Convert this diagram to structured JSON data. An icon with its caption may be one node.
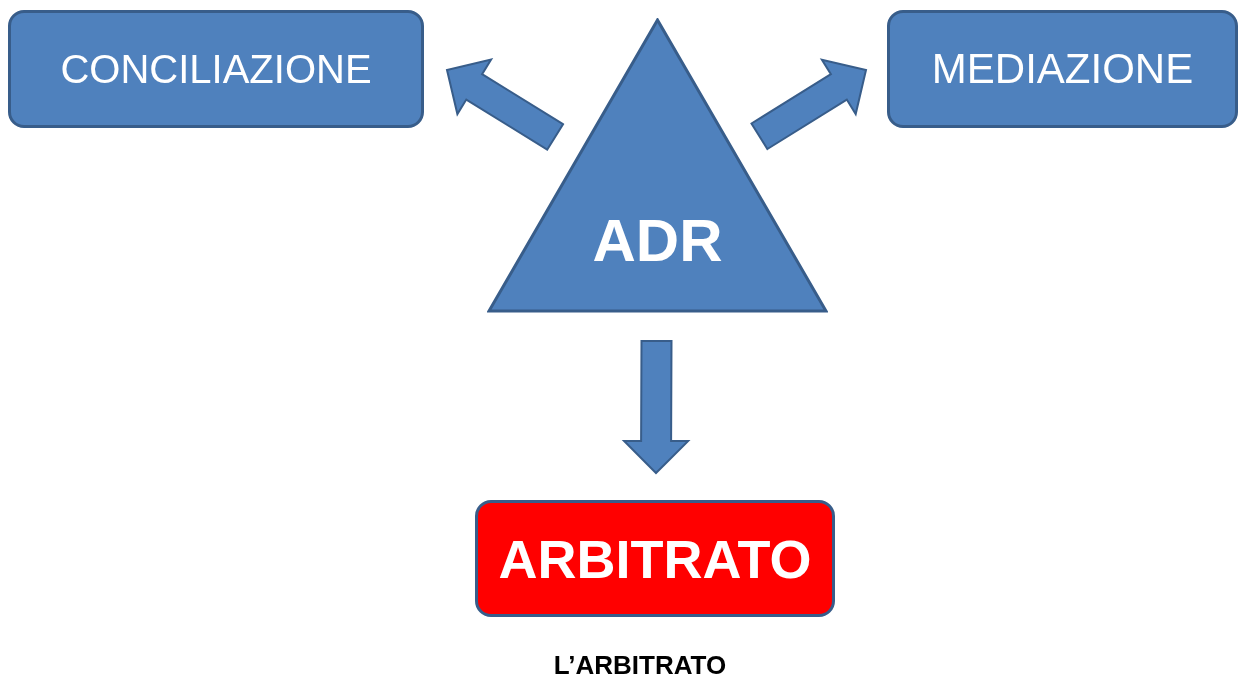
{
  "diagram": {
    "caption": "L’ARBITRATO",
    "nodes": [
      {
        "text": [
          "CONCILIAZIONE"
        ]
      },
      {
        "text": [
          "ADR"
        ]
      },
      {
        "text": [
          "MEDIAZIONE"
        ]
      },
      {
        "text": [
          "ARBITRATO"
        ]
      }
    ],
    "edges": [
      {
        "from": 1,
        "to": 0,
        "arrow": "to"
      },
      {
        "from": 1,
        "to": 2,
        "arrow": "to"
      },
      {
        "from": 1,
        "to": 3,
        "arrow": "to"
      }
    ]
  }
}
